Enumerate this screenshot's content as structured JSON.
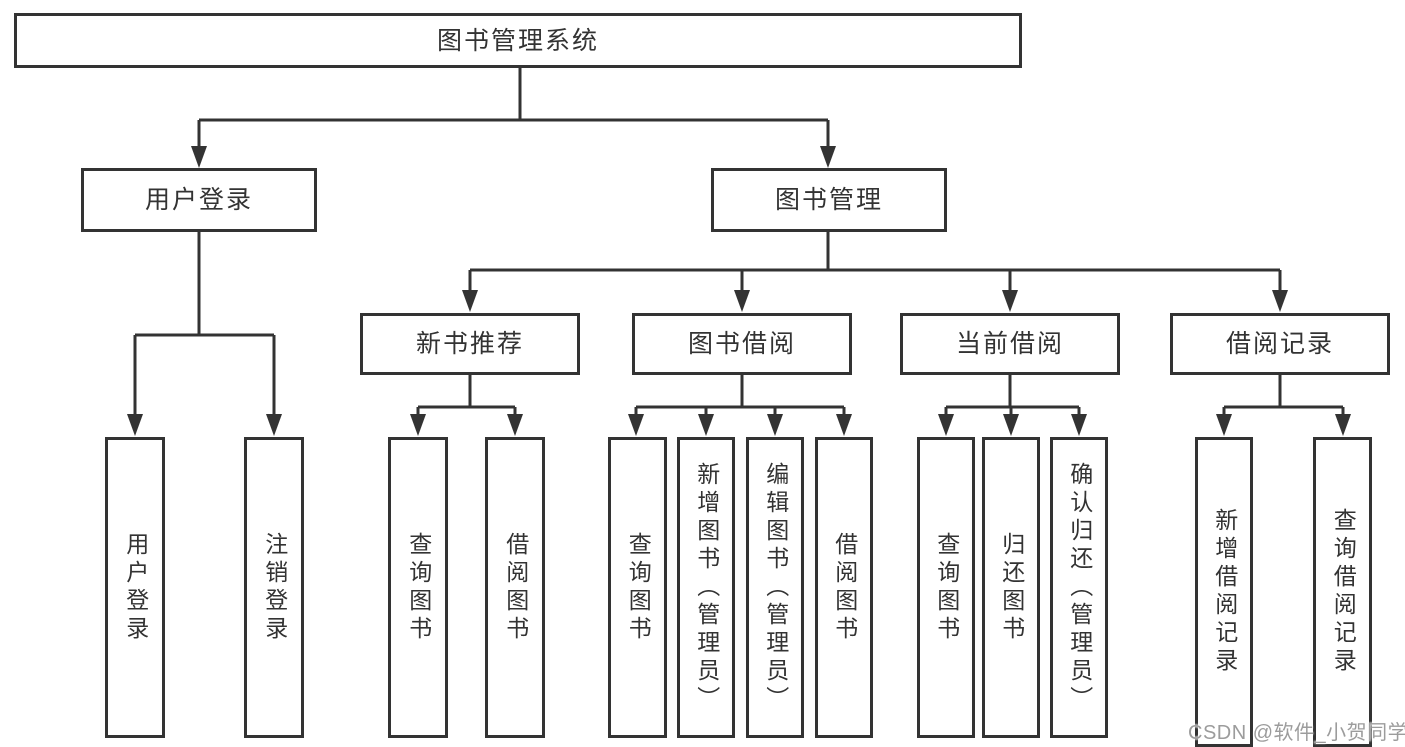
{
  "diagram": {
    "tree": {
      "label": "图书管理系统",
      "children": [
        {
          "label": "用户登录",
          "children": [
            {
              "label": "用户登录"
            },
            {
              "label": "注销登录"
            }
          ]
        },
        {
          "label": "图书管理",
          "children": [
            {
              "label": "新书推荐",
              "children": [
                {
                  "label": "查询图书"
                },
                {
                  "label": "借阅图书"
                }
              ]
            },
            {
              "label": "图书借阅",
              "children": [
                {
                  "label": "查询图书"
                },
                {
                  "label": "新增图书（管理员）"
                },
                {
                  "label": "编辑图书（管理员）"
                },
                {
                  "label": "借阅图书"
                }
              ]
            },
            {
              "label": "当前借阅",
              "children": [
                {
                  "label": "查询图书"
                },
                {
                  "label": "归还图书"
                },
                {
                  "label": "确认归还（管理员）"
                }
              ]
            },
            {
              "label": "借阅记录",
              "children": [
                {
                  "label": "新增借阅记录"
                },
                {
                  "label": "查询借阅记录"
                }
              ]
            }
          ]
        }
      ]
    }
  },
  "watermark": {
    "text": "CSDN @软件_小贺同学"
  },
  "colors": {
    "line": "#333333",
    "box_border": "#333333",
    "box_fill": "#ffffff",
    "text": "#333333",
    "watermark": "#9c9c9c",
    "background": "#ffffff"
  }
}
